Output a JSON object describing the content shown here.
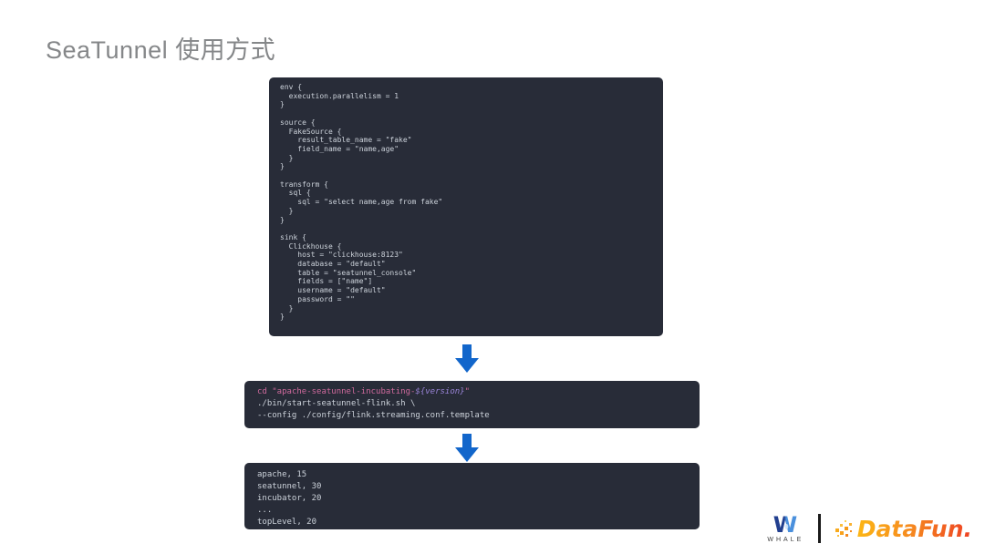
{
  "slide": {
    "title": "SeaTunnel 使用方式"
  },
  "colors": {
    "arrow_blue": "#1266cb",
    "code_block_bg": "#282c38",
    "code_text": "#ccd2da",
    "syntax_pink": "#d06a9d",
    "syntax_purple": "#9b85da",
    "title_gray": "#858789",
    "datafun_orange": "#f68b1f",
    "datafun_red": "#ee4023",
    "whale_dark_blue": "#223f8f",
    "whale_light_blue": "#4a90dd"
  },
  "code_blocks": {
    "config": {
      "code": "env {\n  execution.parallelism = 1\n}\n\nsource {\n  FakeSource {\n    result_table_name = \"fake\"\n    field_name = \"name,age\"\n  }\n}\n\ntransform {\n  sql {\n    sql = \"select name,age from fake\"\n  }\n}\n\nsink {\n  Clickhouse {\n    host = \"clickhouse:8123\"\n    database = \"default\"\n    table = \"seatunnel_console\"\n    fields = [\"name\"]\n    username = \"default\"\n    password = \"\"\n  }\n}"
    },
    "command": {
      "line1": {
        "cmd": "cd ",
        "string_open": "\"apache-seatunnel-incubating-",
        "variable": "${version}",
        "string_close": "\""
      },
      "rest": "./bin/start-seatunnel-flink.sh \\\n--config ./config/flink.streaming.conf.template"
    },
    "output": {
      "code": "apache, 15\nseatunnel, 30\nincubator, 20\n...\ntopLevel, 20"
    }
  },
  "footer": {
    "whale_mark": "W",
    "whale_label": "WHALE",
    "datafun_label": "DataFun."
  }
}
